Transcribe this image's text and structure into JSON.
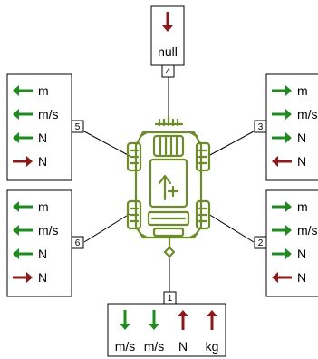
{
  "colors": {
    "input_arrow": "#1f8b1f",
    "output_arrow": "#8b1a1a",
    "vehicle": "#6e8b2a",
    "line": "#000000"
  },
  "vehicle": {
    "icon": "vehicle-chassis-icon"
  },
  "ports": {
    "p1": {
      "number": "1",
      "signals": [
        {
          "unit": "m/s",
          "direction": "in"
        },
        {
          "unit": "m/s",
          "direction": "in"
        },
        {
          "unit": "N",
          "direction": "out"
        },
        {
          "unit": "kg",
          "direction": "out"
        }
      ]
    },
    "p2": {
      "number": "2",
      "signals": [
        {
          "unit": "m",
          "direction": "in"
        },
        {
          "unit": "m/s",
          "direction": "in"
        },
        {
          "unit": "N",
          "direction": "in"
        },
        {
          "unit": "N",
          "direction": "out"
        }
      ]
    },
    "p3": {
      "number": "3",
      "signals": [
        {
          "unit": "m",
          "direction": "in"
        },
        {
          "unit": "m/s",
          "direction": "in"
        },
        {
          "unit": "N",
          "direction": "in"
        },
        {
          "unit": "N",
          "direction": "out"
        }
      ]
    },
    "p4": {
      "number": "4",
      "signals": [
        {
          "unit": "null",
          "direction": "out"
        }
      ]
    },
    "p5": {
      "number": "5",
      "signals": [
        {
          "unit": "m",
          "direction": "in"
        },
        {
          "unit": "m/s",
          "direction": "in"
        },
        {
          "unit": "N",
          "direction": "in"
        },
        {
          "unit": "N",
          "direction": "out"
        }
      ]
    },
    "p6": {
      "number": "6",
      "signals": [
        {
          "unit": "m",
          "direction": "in"
        },
        {
          "unit": "m/s",
          "direction": "in"
        },
        {
          "unit": "N",
          "direction": "in"
        },
        {
          "unit": "N",
          "direction": "out"
        }
      ]
    }
  }
}
